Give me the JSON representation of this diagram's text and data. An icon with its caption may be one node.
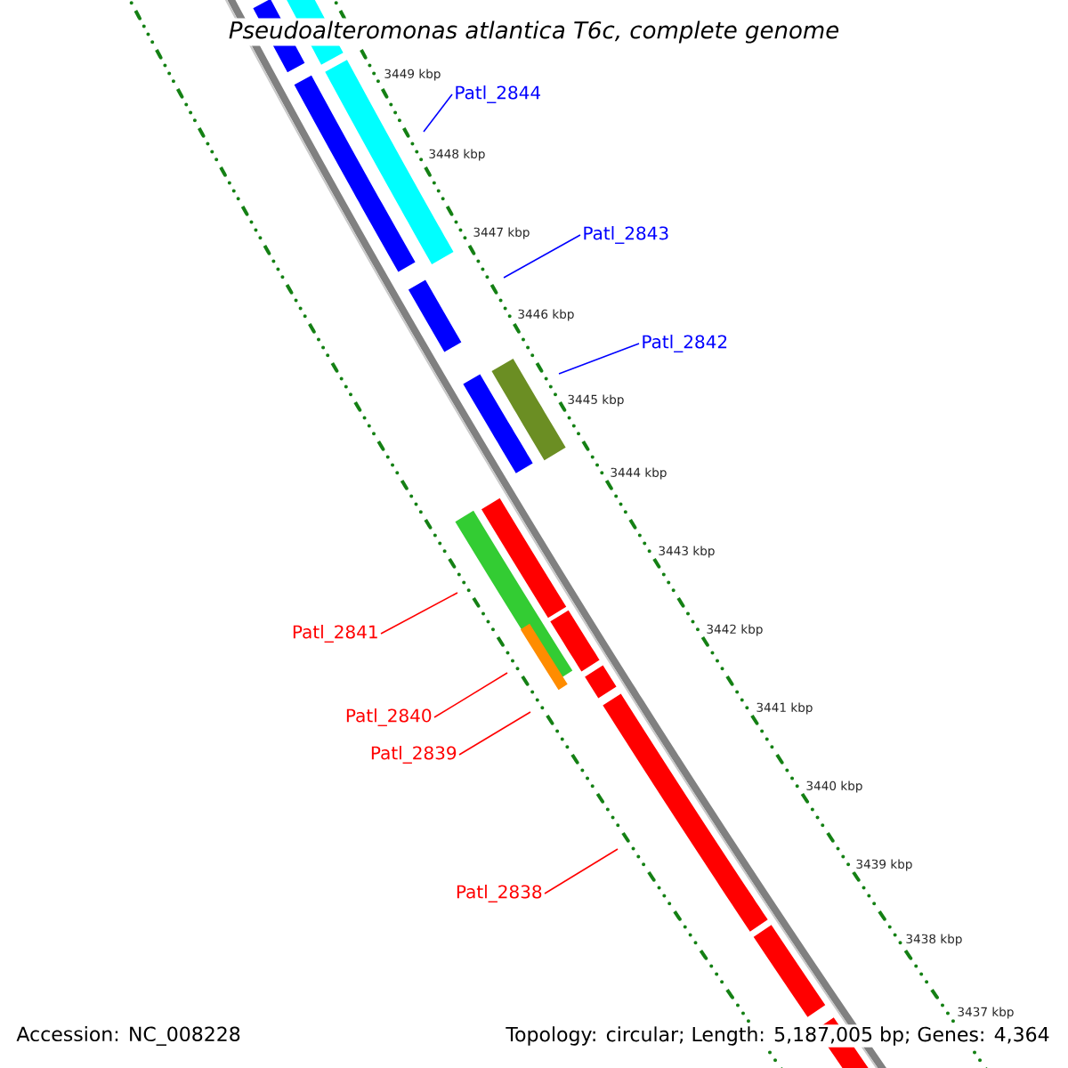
{
  "diagram": {
    "title": "Pseudoalteromonas atlantica T6c, complete genome",
    "nodes": [
      {
        "text": [
          "Patl_2844"
        ]
      },
      {
        "text": [
          "Patl_2843"
        ]
      },
      {
        "text": [
          "Patl_2842"
        ]
      },
      {
        "text": [
          "Patl_2841"
        ]
      },
      {
        "text": [
          "Patl_2840"
        ]
      },
      {
        "text": [
          "Patl_2839"
        ]
      },
      {
        "text": [
          "Patl_2838"
        ]
      }
    ],
    "edges": [
      {
        "from": 0,
        "to": null,
        "arrow": "none",
        "color": "#0000ff"
      },
      {
        "from": 1,
        "to": null,
        "arrow": "none",
        "color": "#0000ff"
      },
      {
        "from": 2,
        "to": null,
        "arrow": "none",
        "color": "#0000ff"
      },
      {
        "from": 3,
        "to": null,
        "arrow": "none",
        "color": "#ff0000"
      },
      {
        "from": 4,
        "to": null,
        "arrow": "none",
        "color": "#ff0000"
      },
      {
        "from": 5,
        "to": null,
        "arrow": "none",
        "color": "#ff0000"
      },
      {
        "from": 6,
        "to": null,
        "arrow": "none",
        "color": "#ff0000"
      }
    ],
    "labels": [
      "3449 kbp",
      "3448 kbp",
      "3447 kbp",
      "3446 kbp",
      "3445 kbp",
      "3444 kbp",
      "3443 kbp",
      "3442 kbp",
      "3441 kbp",
      "3440 kbp",
      "3439 kbp",
      "3438 kbp",
      "3437 kbp",
      "Accession: NC_008228",
      "Topology: circular; Length: 5,187,005 bp; Genes: 4,364"
    ]
  }
}
